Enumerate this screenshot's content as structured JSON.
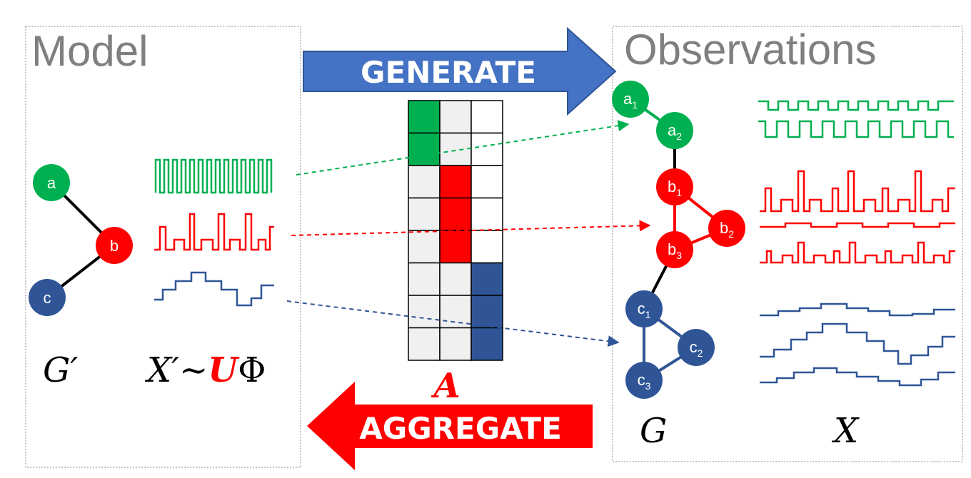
{
  "colors": {
    "green": "#00b050",
    "red": "#ff0000",
    "blue": "#2f5597",
    "generate_arrow": "#4472c4",
    "aggregate_arrow": "#ff0000",
    "grid_gray": "#f0f0f0",
    "panel_border": "#a0a0a0",
    "title_gray": "#7f7f7f"
  },
  "model_panel": {
    "title": "Model",
    "nodes": [
      {
        "id": "a",
        "label": "a",
        "color": "green"
      },
      {
        "id": "b",
        "label": "b",
        "color": "red"
      },
      {
        "id": "c",
        "label": "c",
        "color": "blue"
      }
    ],
    "graph_symbol": "G′",
    "signal_symbol_prefix": "X′∼",
    "signal_symbol_u": "U",
    "signal_symbol_suffix": "Φ"
  },
  "observations_panel": {
    "title": "Observations",
    "nodes": [
      {
        "base": "a",
        "sub": "1",
        "color": "green"
      },
      {
        "base": "a",
        "sub": "2",
        "color": "green"
      },
      {
        "base": "b",
        "sub": "1",
        "color": "red"
      },
      {
        "base": "b",
        "sub": "2",
        "color": "red"
      },
      {
        "base": "b",
        "sub": "3",
        "color": "red"
      },
      {
        "base": "c",
        "sub": "1",
        "color": "blue"
      },
      {
        "base": "c",
        "sub": "2",
        "color": "blue"
      },
      {
        "base": "c",
        "sub": "3",
        "color": "blue"
      }
    ],
    "graph_symbol": "G",
    "signal_symbol": "X"
  },
  "arrows": {
    "generate": "GENERATE",
    "aggregate": "AGGREGATE"
  },
  "matrix": {
    "label": "A",
    "rows": 8,
    "cols": 3,
    "assignment": [
      0,
      0,
      1,
      1,
      1,
      2,
      2,
      2
    ]
  }
}
